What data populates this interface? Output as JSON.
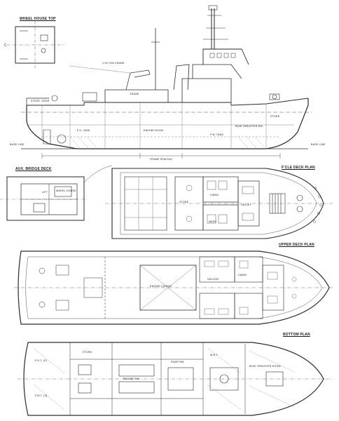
{
  "titles": {
    "wheel_house_top": "WHEEL HOUSE TOP",
    "aux_bridge_deck": "AUX. BRIDGE DECK",
    "fcle_deck_plan": "F'CLE DECK PLAN",
    "upper_deck_plan": "UPPER DECK PLAN",
    "bottom_plan": "BOTTOM PLAN"
  },
  "profile_labels": {
    "base_line_left": "BASE LINE",
    "base_line_right": "BASE LINE",
    "engine_room": "ENGINE ROOM",
    "crane": "CRANE",
    "tow_crane": "1.35 TON CRANE",
    "bow_thruster": "BOW THRUSTER RM.",
    "steering_gear": "STEER. GEAR",
    "fuel_oil_tank": "F.O. TANK",
    "water_tank": "F.W. TANK",
    "store": "STORE",
    "frame_spacing": "FRAME SPACING"
  },
  "plan_labels": {
    "lift": "LIFT",
    "wheel_house": "WHEEL HOUSE",
    "store": "STORE",
    "cabin": "CABIN",
    "mess": "MESS",
    "galley": "GALLEY",
    "engine_casing": "ENGINE CASING",
    "saloon": "SALOON",
    "pump_room": "PUMP RM.",
    "engine_room": "ENGINE RM.",
    "bow_thruster_room": "BOW THRUSTER ROOM",
    "fo_tank": "F.O.T. (P)",
    "fw_tank": "F.W.T. (S)",
    "ballast": "W.B.T."
  },
  "colors": {
    "ink": "#2a2a2a",
    "paper": "#ffffff",
    "hatch": "#8a8a8a"
  }
}
